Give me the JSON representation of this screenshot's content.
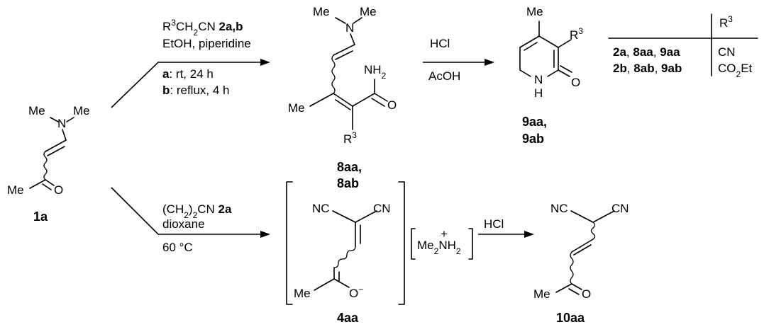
{
  "compounds": {
    "c1a": {
      "label": "1a",
      "me1": "Me",
      "n": "N",
      "me2": "Me",
      "me3": "Me",
      "o": "O"
    },
    "c8": {
      "label1": "8aa,",
      "label2": "8ab",
      "me1": "Me",
      "n": "N",
      "me2": "Me",
      "nh2": "NH",
      "nh2_sub": "2",
      "o": "O",
      "me3": "Me",
      "r": "R",
      "r_sup": "3"
    },
    "c9": {
      "label1": "9aa,",
      "label2": "9ab",
      "me": "Me",
      "r": "R",
      "r_sup": "3",
      "n": "N",
      "h": "H",
      "o": "O"
    },
    "c4aa": {
      "label": "4aa",
      "nc": "NC",
      "cn": "CN",
      "me": "Me",
      "o": "O",
      "o_charge": "−",
      "cation_me": "Me",
      "cation_sub1": "2",
      "cation_n": "N",
      "cation_h": "H",
      "cation_sub2": "2",
      "cation_charge": "+"
    },
    "c10aa": {
      "label": "10aa",
      "nc": "NC",
      "cn": "CN",
      "me": "Me",
      "o": "O"
    }
  },
  "reaction_top": {
    "reagent_prefix": "R",
    "reagent_sup": "3",
    "reagent_mid": "CH",
    "reagent_sub": "2",
    "reagent_suffix": "CN ",
    "reagent_code": "2a,b",
    "solvent": "EtOH, piperidine",
    "cond_a_key": "a",
    "cond_a": ": rt, 24 h",
    "cond_b_key": "b",
    "cond_b": ": reflux, 4 h"
  },
  "reaction_mid": {
    "reagent1": "HCl",
    "reagent2": "AcOH"
  },
  "reaction_bottom": {
    "reagent_prefix": "(CH",
    "reagent_sub": "2",
    "reagent_suffix": ")",
    "reagent_sub2": "2",
    "reagent_end": "CN ",
    "reagent_code": "2a",
    "solvent": "dioxane",
    "temperature": "60 °C"
  },
  "reaction_final": {
    "reagent": "HCl"
  },
  "table": {
    "header_prefix": "R",
    "header_sup": "3",
    "rows": [
      {
        "c1": "2a",
        "sep1": ", ",
        "c2": "8aa",
        "sep2": ", ",
        "c3": "9aa",
        "value": "CN"
      },
      {
        "c1": "2b",
        "sep1": ", ",
        "c2": "8ab",
        "sep2": ", ",
        "c3": "9ab",
        "value_prefix": "CO",
        "value_sub": "2",
        "value_suffix": "Et"
      }
    ]
  }
}
